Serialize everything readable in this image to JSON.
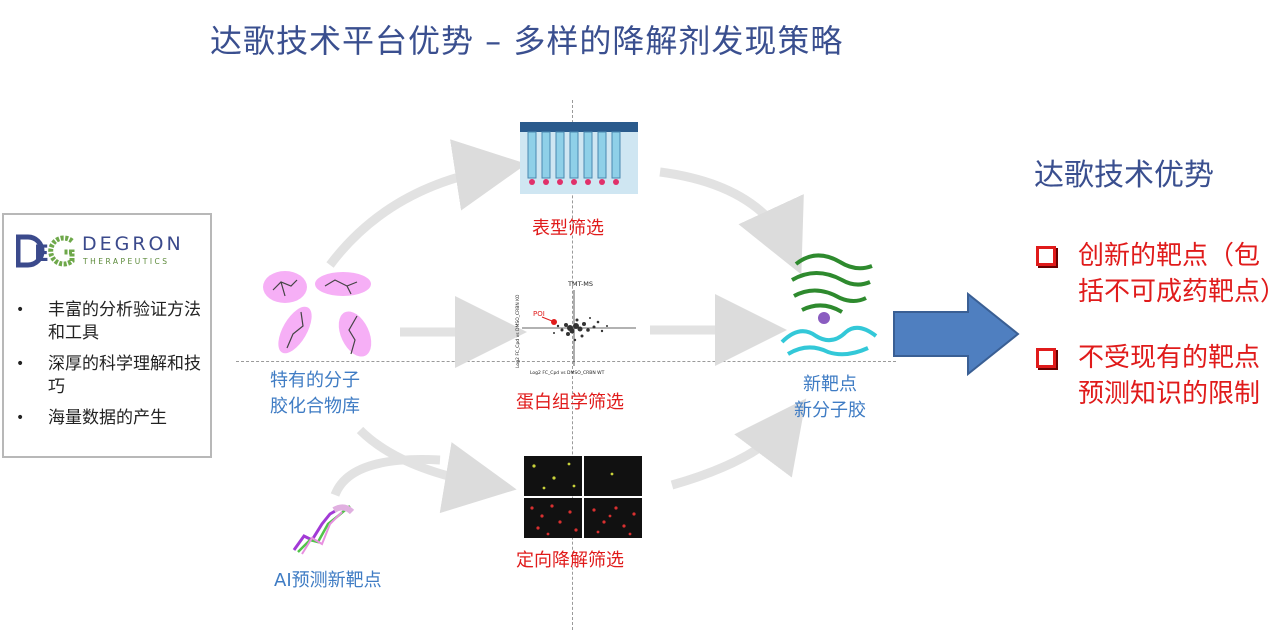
{
  "title": "达歌技术平台优势 – 多样的降解剂发现策略",
  "company": {
    "logo_mark": "DEG",
    "name": "DEGRON",
    "sub": "THERAPEUTICS",
    "bullets": [
      "丰富的分析验证方法和工具",
      "深厚的科学理解和技巧",
      "海量数据的产生"
    ],
    "bullet_icon": "•"
  },
  "nodes": {
    "library": "特有的分子\n胶化合物库",
    "phenotype": "表型筛选",
    "proteomics": "蛋白组学筛选",
    "targeted": "定向降解筛选",
    "ai": "AI预测新靶点",
    "result": "新靶点\n新分子胶"
  },
  "plot_text": {
    "title": "TMT-MS",
    "poi": "POI",
    "xlabel": "Log2 FC_Cpd vs DMSO_CRBN WT",
    "ylabel": "Log2 FC_Cpd vs DMSO_CRBN KO"
  },
  "advantages": {
    "title": "达歌技术优势",
    "items": [
      "创新的靶点（包括不可成药靶点）",
      "不受现有的靶点预测知识的限制"
    ]
  },
  "colors": {
    "title": "#3a4f8f",
    "blue_label": "#3f7cc4",
    "red_label": "#e01b1b",
    "arrow_fill": "#4f7fc0"
  }
}
